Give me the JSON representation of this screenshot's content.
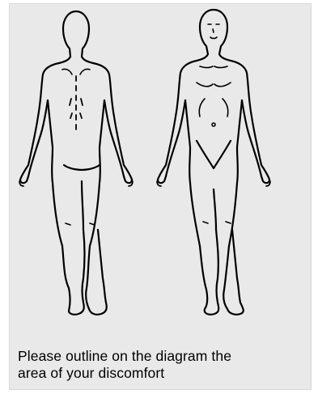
{
  "instruction": {
    "line1": "Please outline on the diagram the",
    "line2": "area of your discomfort"
  },
  "figures": [
    {
      "view": "back-view",
      "icon": "body-outline-back"
    },
    {
      "view": "front-view",
      "icon": "body-outline-front"
    }
  ],
  "colors": {
    "ink": "#000000",
    "paper": "#e9e9e9"
  }
}
